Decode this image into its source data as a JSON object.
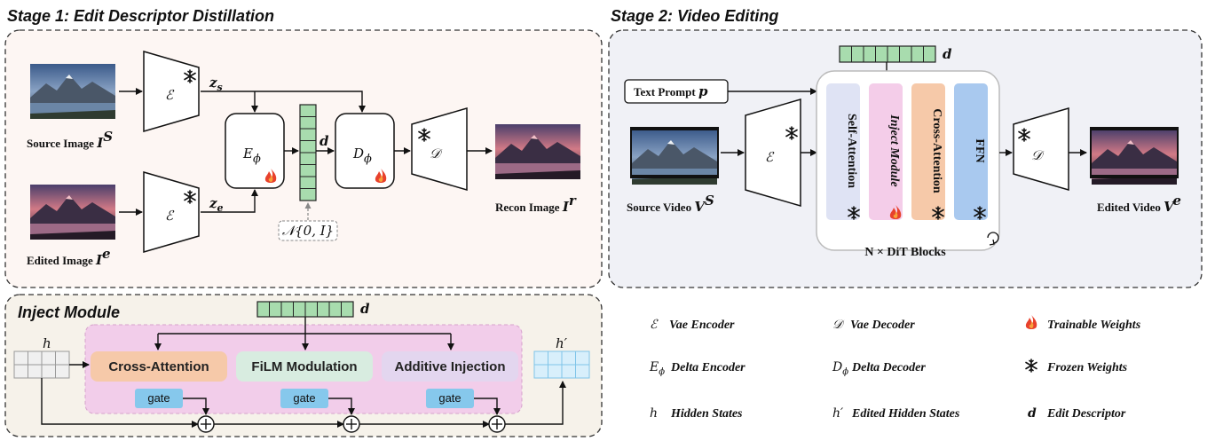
{
  "stage1": {
    "title": "Stage 1: Edit Descriptor Distillation",
    "source_label": "Source Image",
    "source_math": "I",
    "source_sup": "S",
    "edited_label": "Edited Image",
    "edited_math": "I",
    "edited_sup": "e",
    "recon_label": "Recon Image",
    "recon_math": "I",
    "recon_sup": "r",
    "encoder_symbol": "ℰ",
    "decoder_symbol": "𝒟",
    "zs": "z",
    "zs_sub": "s",
    "ze": "z",
    "ze_sub": "e",
    "delta_enc": "E",
    "delta_enc_sub": "ϕ",
    "delta_dec": "D",
    "delta_dec_sub": "ϕ",
    "d_label": "d",
    "noise_label": "𝒩{0, I}"
  },
  "stage2": {
    "title": "Stage 2: Video Editing",
    "d_label": "d",
    "text_prompt_label": "Text Prompt",
    "text_prompt_var": "p",
    "source_video_label": "Source Video",
    "source_video_math": "V",
    "source_video_sup": "S",
    "edited_video_label": "Edited Video",
    "edited_video_math": "V",
    "edited_video_sup": "e",
    "blocks": [
      "Self-Attention",
      "Inject Module",
      "Cross-Attention",
      "FFN"
    ],
    "dit_label": "N × DiT Blocks"
  },
  "inject": {
    "title": "Inject Module",
    "d_label": "d",
    "h_label": "h",
    "h_prime_label": "h′",
    "modules": [
      "Cross-Attention",
      "FiLM Modulation",
      "Additive Injection"
    ],
    "gate_label": "gate"
  },
  "legend": [
    {
      "symbol": "ℰ",
      "text": "Vae Encoder"
    },
    {
      "symbol": "𝒟",
      "text": "Vae Decoder"
    },
    {
      "symbol": "flame",
      "text": "Trainable Weights"
    },
    {
      "symbol": "Eϕ",
      "text": "Delta Encoder"
    },
    {
      "symbol": "Dϕ",
      "text": "Delta Decoder"
    },
    {
      "symbol": "snowflake",
      "text": "Frozen Weights"
    },
    {
      "symbol": "h",
      "text": "Hidden States"
    },
    {
      "symbol": "h′",
      "text": "Edited Hidden States"
    },
    {
      "symbol": "d",
      "text": "Edit Descriptor"
    }
  ],
  "colors": {
    "stage1_bg": "#fdf6f3",
    "stage2_bg": "#f0f1f6",
    "inject_bg": "#f6f2ea",
    "inject_inner": "#f2cdea",
    "descriptor_green": "#a8dcae",
    "self_attn": "#dfe3f4",
    "inject_blk": "#f4cde9",
    "cross_attn": "#f6c9a9",
    "ffn": "#a9c9ef",
    "gate": "#86c8ec",
    "hidden": "#f0f0f0",
    "hidden_prime": "#d8effb"
  }
}
